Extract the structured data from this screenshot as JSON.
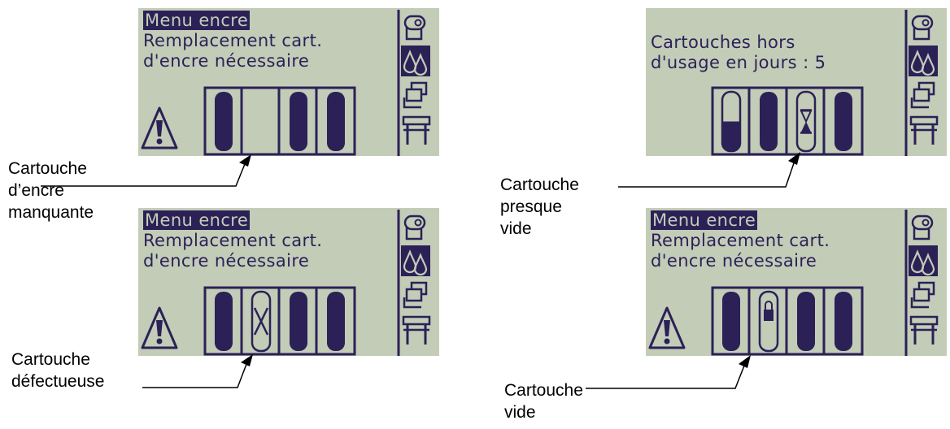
{
  "panels": [
    {
      "title": "Menu encre",
      "line1": "Remplacement cart.",
      "line2": "d'encre nécessaire",
      "cartridges": [
        {
          "state": "full"
        },
        {
          "state": "missing"
        },
        {
          "state": "full"
        },
        {
          "state": "full"
        }
      ],
      "warning_icon": "warning-triangle-icon"
    },
    {
      "title": "",
      "line1": "Cartouches hors",
      "line2": "d'usage en jours : 5",
      "cartridges": [
        {
          "state": "low",
          "level": 0.5
        },
        {
          "state": "full"
        },
        {
          "state": "expired"
        },
        {
          "state": "full"
        }
      ],
      "warning_icon": ""
    },
    {
      "title": "Menu encre",
      "line1": "Remplacement cart.",
      "line2": "d'encre nécessaire",
      "cartridges": [
        {
          "state": "full"
        },
        {
          "state": "faulty"
        },
        {
          "state": "full"
        },
        {
          "state": "full"
        }
      ],
      "warning_icon": "warning-triangle-icon"
    },
    {
      "title": "Menu encre",
      "line1": "Remplacement cart.",
      "line2": "d'encre nécessaire",
      "cartridges": [
        {
          "state": "full"
        },
        {
          "state": "empty"
        },
        {
          "state": "full"
        },
        {
          "state": "full"
        }
      ],
      "warning_icon": "warning-triangle-icon"
    }
  ],
  "side_icons": [
    "paper-roll-icon",
    "ink-drops-icon",
    "sheets-icon",
    "printer-stand-icon"
  ],
  "selected_side_icon": "ink-drops-icon",
  "callouts": {
    "missing": [
      "Cartouche",
      "d’encre",
      "manquante"
    ],
    "nearly_empty": [
      "Cartouche",
      "presque",
      "vide"
    ],
    "faulty": [
      "Cartouche",
      "défectueuse"
    ],
    "empty": [
      "Cartouche",
      "vide"
    ]
  },
  "colors": {
    "lcd_background": "#c3ccb7",
    "lcd_ink": "#2b2157",
    "label_text": "#000000"
  }
}
